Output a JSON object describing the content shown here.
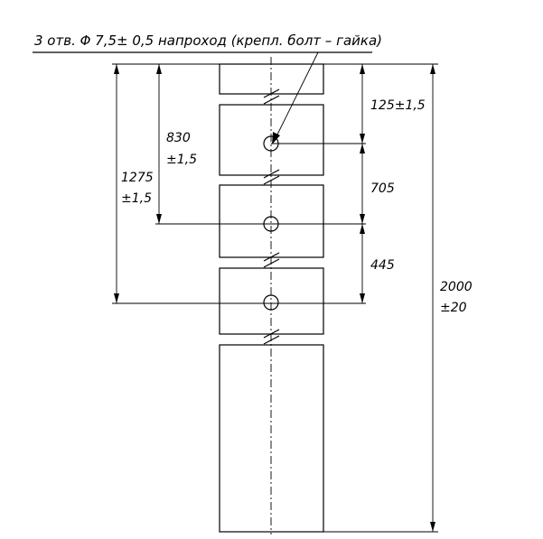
{
  "note": {
    "text": "3 отв. Φ 7,5± 0,5 напроход (крепл. болт – гайка)"
  },
  "dimensions": {
    "d_125": "125±1,5",
    "d_705": "705",
    "d_445": "445",
    "d_830_a": "830",
    "d_830_b": "±1,5",
    "d_1275_a": "1275",
    "d_1275_b": "±1,5",
    "d_2000_a": "2000",
    "d_2000_b": "±20"
  }
}
